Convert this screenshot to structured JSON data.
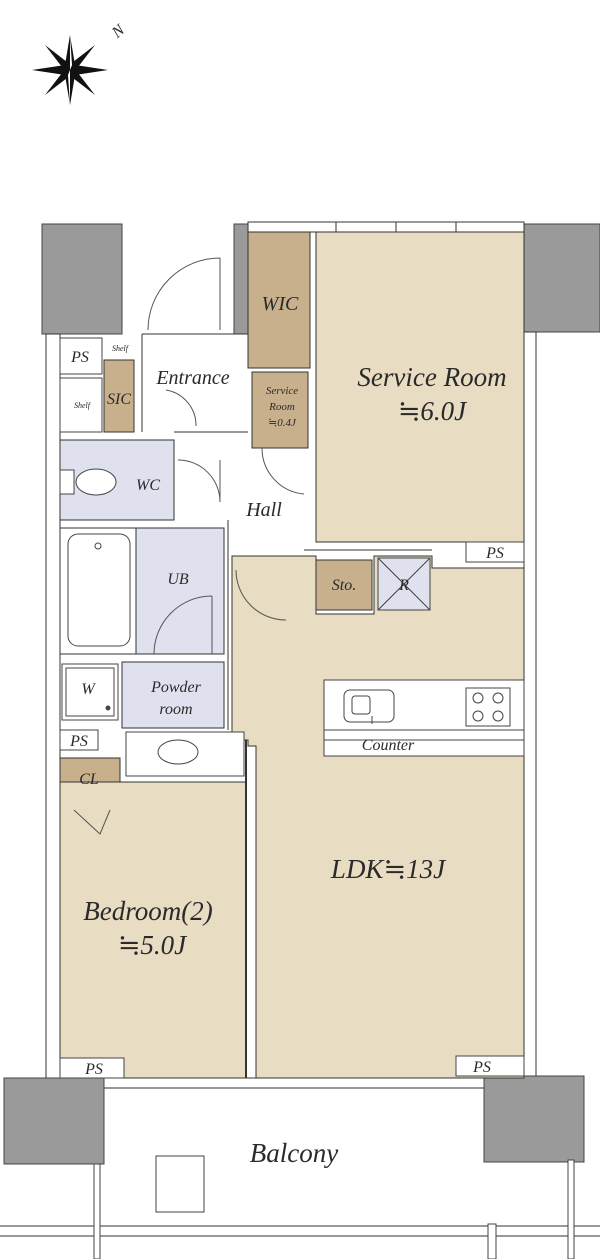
{
  "compass": {
    "north_label": "N"
  },
  "rooms": {
    "service_room": {
      "name": "Service Room",
      "size": "≒6.0J"
    },
    "wic": {
      "name": "WIC"
    },
    "service_room_small": {
      "line1": "Service",
      "line2": "Room",
      "size": "≒0.4J"
    },
    "entrance": {
      "name": "Entrance"
    },
    "ps_entrance": {
      "name": "PS"
    },
    "shelf_top": {
      "name": "Shelf"
    },
    "shelf_left": {
      "name": "Shelf"
    },
    "sic": {
      "name": "SIC"
    },
    "wc": {
      "name": "WC"
    },
    "hall": {
      "name": "Hall"
    },
    "ps_service": {
      "name": "PS"
    },
    "sto": {
      "name": "Sto."
    },
    "refrigerator": {
      "name": "R"
    },
    "ub": {
      "name": "UB"
    },
    "washer": {
      "name": "W"
    },
    "powder_room": {
      "line1": "Powder",
      "line2": "room"
    },
    "counter": {
      "name": "Counter"
    },
    "ps_vanity": {
      "name": "PS"
    },
    "cl": {
      "name": "CL"
    },
    "ldk": {
      "name": "LDK",
      "size": "≒13J"
    },
    "bedroom": {
      "name": "Bedroom(2)",
      "size": "≒5.0J"
    },
    "ps_bedroom": {
      "name": "PS"
    },
    "ps_ldk": {
      "name": "PS"
    },
    "balcony": {
      "name": "Balcony"
    }
  },
  "colors": {
    "room_fill": "#e8dcc2",
    "storage_fill": "#c8b08c",
    "wet_fill": "#dfe1ee",
    "wall": "#ffffff",
    "pillar": "#909090",
    "line": "#333333"
  }
}
